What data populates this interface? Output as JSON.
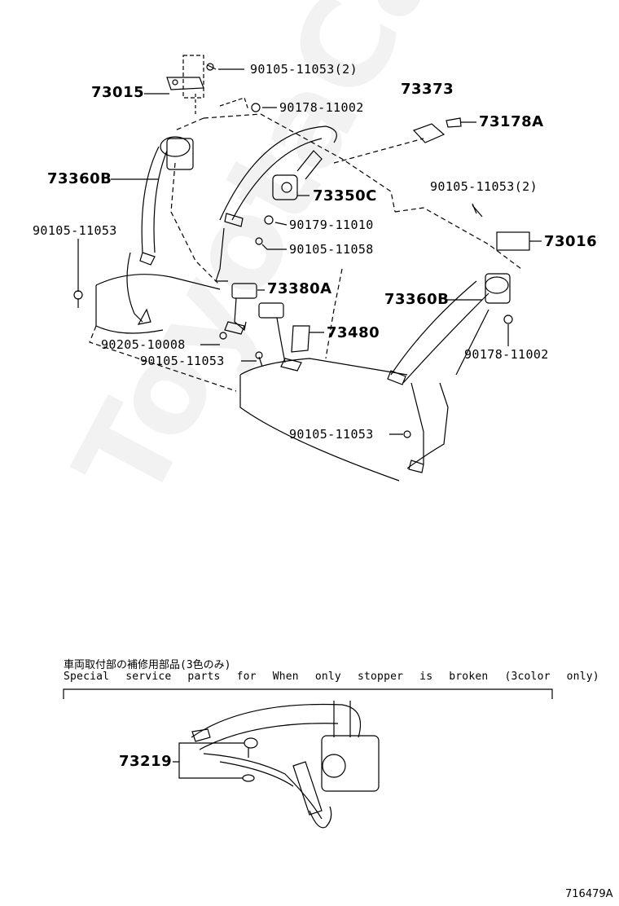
{
  "parts": {
    "p73015": "73015",
    "p90105_11053_2_top": "90105-11053(2)",
    "p90178_11002_top": "90178-11002",
    "p73373": "73373",
    "p73178A": "73178A",
    "p73360B_left": "73360B",
    "p73350C": "73350C",
    "p90105_11053_2_right": "90105-11053(2)",
    "p90179_11010": "90179-11010",
    "p90105_11053_left": "90105-11053",
    "p90105_11058": "90105-11058",
    "p73016": "73016",
    "p73380A": "73380A",
    "p73360B_right": "73360B",
    "p73480": "73480",
    "p90205_10008": "90205-10008",
    "p90178_11002_right": "90178-11002",
    "p90105_11053_mid": "90105-11053",
    "p90105_11053_bottom": "90105-11053",
    "p73219": "73219"
  },
  "note": {
    "japanese": "車両取付部の補修用部品(3色のみ)",
    "english": "Special service parts for When only stopper is broken (3color only)"
  },
  "figure_id": "716479A",
  "watermark": "ToyotaCarMine.ru"
}
